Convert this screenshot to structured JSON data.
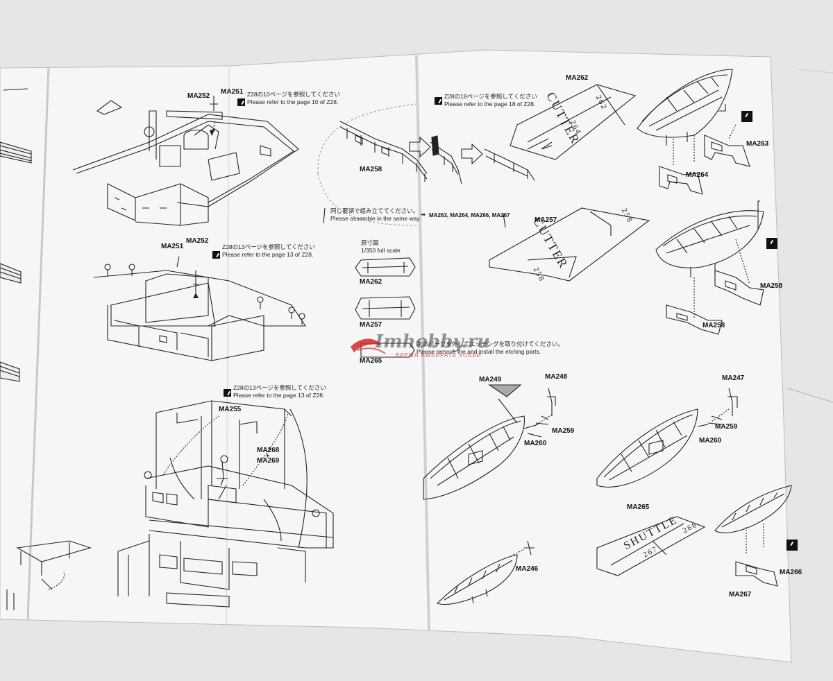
{
  "parts": {
    "ma251_top": "MA251",
    "ma252_top": "MA252",
    "ma251_mid": "MA251",
    "ma252_mid": "MA252",
    "ma255": "MA255",
    "ma268": "MA268",
    "ma268_plus": "+",
    "ma269": "MA269",
    "ma258_a": "MA258",
    "ma262": "MA262",
    "ma263": "MA263",
    "ma264": "MA264",
    "ma257": "MA257",
    "ma258_b": "MA258",
    "ma258_c": "MA258",
    "ma249": "MA249",
    "ma248": "MA248",
    "ma259_a": "MA259",
    "ma260_a": "MA260",
    "ma247": "MA247",
    "ma259_b": "MA259",
    "ma260_b": "MA260",
    "ma265": "MA265",
    "ma246": "MA246",
    "ma266": "MA266",
    "ma267": "MA267"
  },
  "notes": {
    "ref_p10": {
      "jp": "Z28の10ページを参照してください",
      "en": "Please refer to the page 10 of Z28."
    },
    "ref_p13_a": {
      "jp": "Z28の13ページを参照してください",
      "en": "Please refer to the page 13 of Z28."
    },
    "ref_p13_b": {
      "jp": "Z28の13ページを参照してください",
      "en": "Please refer to the page 13 of Z28."
    },
    "ref_p18": {
      "jp": "Z28の18ページを参照してください",
      "en": "Please refer to the page 18 of Z28."
    },
    "assemble_same": {
      "jp": "同じ要領で組み立ててください。",
      "en": "Please assemble in the same way.",
      "parts": "MA263, MA264, MA266, MA267"
    },
    "etching": {
      "jp": "次のパーツを外してエッチングを取り付けてください。",
      "en": "Please remove the and install the etching parts."
    }
  },
  "scale_box": {
    "jp": "原寸図",
    "title": "1/350 full scale",
    "items": [
      "MA262",
      "MA257",
      "MA265"
    ]
  },
  "plates": {
    "cutter_a": "CUTTER",
    "cutter_a_num1": "262",
    "cutter_a_num2": "264",
    "cutter_b": "CUTTER",
    "cutter_b_num1": "258",
    "cutter_b_num2": "258",
    "shuttle": "SHUTTLE",
    "shuttle_num1": "266",
    "shuttle_num2": "267"
  },
  "watermark": {
    "text": "Imhobby.ru",
    "sub": "ВРЕМЯ ВЫБИРАТЬ ХОББИ",
    "accent": "#d42a2a"
  }
}
